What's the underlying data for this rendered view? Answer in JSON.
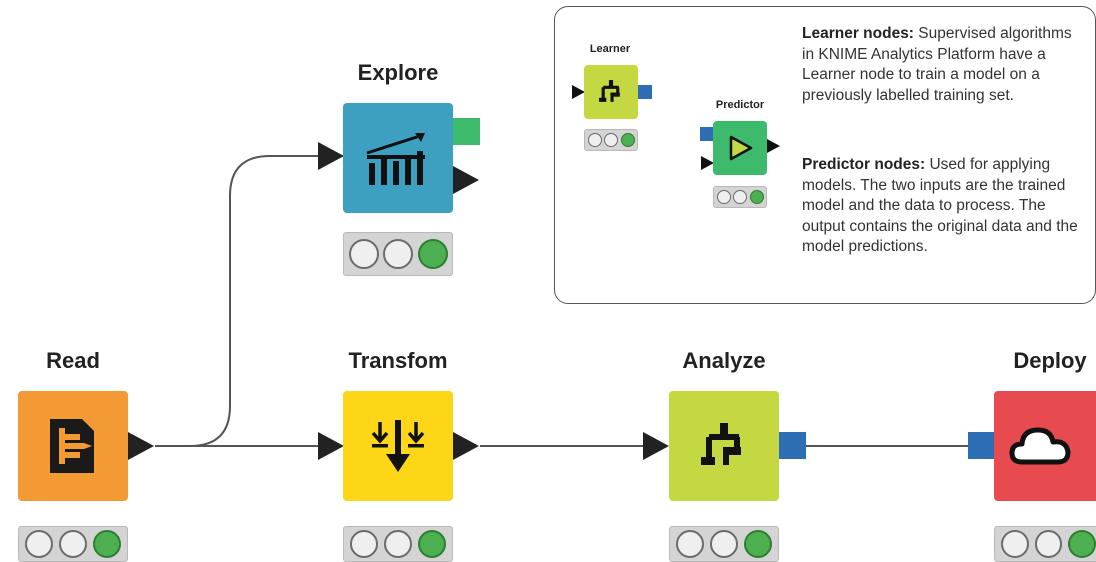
{
  "colors": {
    "read": "#f39a35",
    "explore": "#3ea0c0",
    "transform": "#fcd617",
    "analyze": "#c5d842",
    "deploy": "#e84b4f",
    "learner": "#c5d842",
    "predictor": "#3dba6c",
    "port_model": "#2c6db4",
    "port_data": "#222222",
    "port_view": "#3dba6c",
    "light_green": "#4caf50"
  },
  "nodes": {
    "read": {
      "title": "Read",
      "icon": "file-reader-icon",
      "status": [
        "idle",
        "idle",
        "green"
      ]
    },
    "explore": {
      "title": "Explore",
      "icon": "chart-trend-icon",
      "status": [
        "idle",
        "idle",
        "green"
      ]
    },
    "transform": {
      "title": "Transfom",
      "icon": "transform-arrows-icon",
      "status": [
        "idle",
        "idle",
        "green"
      ]
    },
    "analyze": {
      "title": "Analyze",
      "icon": "learner-tree-icon",
      "status": [
        "idle",
        "idle",
        "green"
      ]
    },
    "deploy": {
      "title": "Deploy",
      "icon": "cloud-icon",
      "status": [
        "idle",
        "idle",
        "green"
      ]
    }
  },
  "callout": {
    "learner": {
      "title": "Learner",
      "icon": "learner-tree-icon",
      "desc_bold": "Learner nodes:",
      "desc_text": " Supervised algorithms in KNIME Analytics Platform have a Learner node to train a model on a previously labelled training set."
    },
    "predictor": {
      "title": "Predictor",
      "icon": "predictor-play-icon",
      "desc_bold": "Predictor nodes:",
      "desc_text": " Used for applying models. The two inputs are the trained model and the data to process. The output contains the original data and the model predictions."
    }
  }
}
